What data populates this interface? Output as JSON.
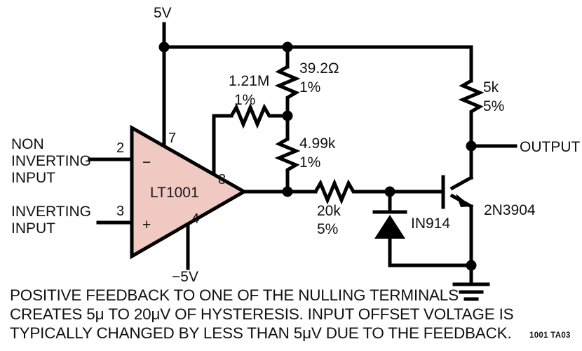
{
  "figure": {
    "doc_id": "1001 TA03",
    "ic": {
      "name": "LT1001",
      "minus_symbol": "−",
      "plus_symbol": "+",
      "pins": {
        "p2": "2",
        "p3": "3",
        "p4": "4",
        "p7": "7",
        "p8": "8"
      }
    },
    "rails": {
      "positive": "5V",
      "negative": "−5V"
    },
    "ports": {
      "non_inverting_line1": "NON",
      "non_inverting_line2": "INVERTING",
      "non_inverting_line3": "INPUT",
      "inverting_line1": "INVERTING",
      "inverting_line2": "INPUT",
      "output": "OUTPUT"
    },
    "components": [
      {
        "id": "r-39-2",
        "value": "39.2Ω",
        "tolerance": "1%"
      },
      {
        "id": "r-1-21m",
        "value": "1.21M",
        "tolerance": "1%"
      },
      {
        "id": "r-4-99k",
        "value": "4.99k",
        "tolerance": "1%"
      },
      {
        "id": "r-20k",
        "value": "20k",
        "tolerance": "5%"
      },
      {
        "id": "r-5k",
        "value": "5k",
        "tolerance": "5%"
      },
      {
        "id": "d-in914",
        "value": "IN914",
        "tolerance": ""
      },
      {
        "id": "q-2n3904",
        "value": "2N3904",
        "tolerance": ""
      }
    ],
    "labels": {
      "r_39_2_value": "39.2Ω",
      "r_39_2_tol": "1%",
      "r_1_21m_value": "1.21M",
      "r_1_21m_tol": "1%",
      "r_4_99k_value": "4.99k",
      "r_4_99k_tol": "1%",
      "r_20k_value": "20k",
      "r_20k_tol": "5%",
      "r_5k_value": "5k",
      "r_5k_tol": "5%",
      "diode": "IN914",
      "transistor": "2N3904"
    },
    "caption": {
      "line1": "POSITIVE FEEDBACK TO ONE OF THE NULLING TERMINALS",
      "line2": "CREATES 5μ TO 20μV OF HYSTERESIS. INPUT OFFSET VOLTAGE IS",
      "line3": "TYPICALLY CHANGED BY LESS THAN 5μV DUE TO THE FEEDBACK."
    },
    "colors": {
      "ic_fill": "#efc9c2",
      "wire": "#000000",
      "background": "#ffffff",
      "text": "#111111"
    }
  }
}
